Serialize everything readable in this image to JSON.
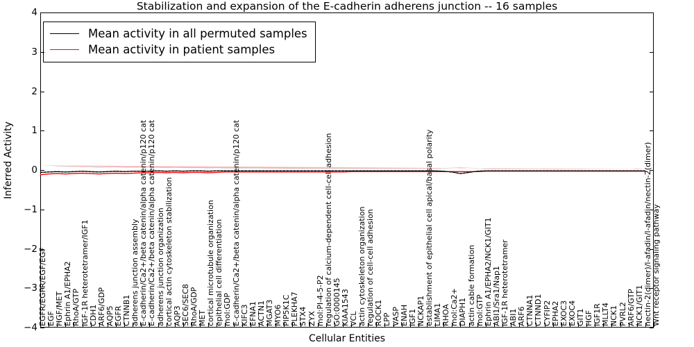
{
  "chart_data": {
    "type": "line",
    "title": "Stabilization and expansion of the E-cadherin adherens junction -- 16 samples",
    "xlabel": "Cellular Entities",
    "ylabel": "Inferred Activity",
    "ylim": [
      -4,
      4
    ],
    "yticks": [
      4,
      3,
      2,
      1,
      0,
      -1,
      -2,
      -3,
      -4
    ],
    "grid": false,
    "legend_position": "upper left",
    "legend": [
      {
        "label": "Mean activity in all permuted samples",
        "color": "#000000"
      },
      {
        "label": "Mean activity in patient samples",
        "color": "#ff0000"
      }
    ],
    "band_colors": {
      "permuted": "#c8c8c8",
      "patient": "#ff9999"
    },
    "categories": [
      "EGFR/EGFR/EGF/EGF",
      "EGF",
      "HGF/MET",
      "Ephrin A1/EPHA2",
      "RhoA/GTP",
      "IGF-1R heterotetramer/IGF1",
      "CDH1",
      "ARF6/GDP",
      "AQP5",
      "EGFR",
      "CTNNB1",
      "adherens junction assembly",
      "E-cadherin/Ca2+/beta catenin/alpha catenin/p120 cat",
      "E-cadherin/Ca2+/beta catenin/alpha catenin/p120 cat",
      "adherens junction organization",
      "cortical actin cytoskeleton stabilization",
      "AQP3",
      "SEC6/SEC8",
      "RhoA/GDP",
      "MET",
      "cortical microtubule organization",
      "epithelial cell differentiation",
      "mol:GDP",
      "E-cadherin/Ca2+/beta catenin/alpha catenin/p120 cat",
      "KIFC3",
      "EFNA1",
      "ACTN1",
      "MGAT3",
      "MYO6",
      "PIP5K1C",
      "PLEKHA7",
      "STX4",
      "ZYX",
      "mol:PI-4-5-P2",
      "regulation of calcium-dependent cell-cell adhesion",
      "GO:0000145",
      "KIAA1543",
      "VCL",
      "actin cytoskeleton organization",
      "regulation of cell-cell adhesion",
      "ROCK1",
      "LPP",
      "VASP",
      "ENAH",
      "IGF1",
      "NCKAP1",
      "establishment of epithelial cell apical/basal polarity",
      "LIMA1",
      "RHOA",
      "mol:Ca2+",
      "DIAPH1",
      "actin cable formation",
      "mol:GTP",
      "Ephrin A1/EPHA2/NCK1/GIT1",
      "ABI1/Sra1/Nap1",
      "IGF-1R heterotetramer",
      "ABI1",
      "ARF6",
      "CTNNA1",
      "CTNND1",
      "CYFIP2",
      "EPHA2",
      "EXOC3",
      "EXOC4",
      "GIT1",
      "HGF",
      "IGF1R",
      "MLLT4",
      "NCK1",
      "PVRL2",
      "ARF6/GTP",
      "NCK1/GIT1",
      "nectin-2(dimer)/l-afadin/l-afadin/nectin-2(dimer)",
      "Wnt receptor signaling pathway"
    ],
    "series": [
      {
        "name": "Mean activity in all permuted samples",
        "color": "#000000",
        "values": [
          -0.06,
          -0.05,
          -0.04,
          -0.05,
          -0.04,
          -0.03,
          -0.04,
          -0.05,
          -0.04,
          -0.03,
          -0.04,
          -0.03,
          -0.03,
          -0.03,
          -0.02,
          -0.03,
          -0.02,
          -0.03,
          -0.02,
          -0.02,
          -0.03,
          -0.02,
          -0.02,
          -0.02,
          -0.02,
          -0.02,
          -0.02,
          -0.02,
          -0.02,
          -0.02,
          -0.02,
          -0.02,
          -0.02,
          -0.02,
          -0.02,
          -0.02,
          -0.02,
          -0.02,
          -0.02,
          -0.02,
          -0.02,
          -0.02,
          -0.02,
          -0.02,
          -0.02,
          -0.02,
          -0.02,
          -0.02,
          -0.03,
          -0.05,
          -0.09,
          -0.06,
          -0.03,
          -0.02,
          -0.02,
          -0.02,
          -0.02,
          -0.02,
          -0.02,
          -0.02,
          -0.02,
          -0.02,
          -0.02,
          -0.02,
          -0.02,
          -0.02,
          -0.02,
          -0.02,
          -0.02,
          -0.02,
          -0.02,
          -0.02,
          -0.02
        ],
        "band_lower": [
          -0.22,
          -0.2,
          -0.17,
          -0.18,
          -0.16,
          -0.14,
          -0.15,
          -0.16,
          -0.15,
          -0.13,
          -0.14,
          -0.12,
          -0.12,
          -0.12,
          -0.1,
          -0.11,
          -0.1,
          -0.11,
          -0.09,
          -0.09,
          -0.1,
          -0.09,
          -0.08,
          -0.08,
          -0.08,
          -0.08,
          -0.08,
          -0.08,
          -0.08,
          -0.07,
          -0.07,
          -0.07,
          -0.07,
          -0.07,
          -0.07,
          -0.07,
          -0.07,
          -0.06,
          -0.06,
          -0.06,
          -0.06,
          -0.06,
          -0.06,
          -0.06,
          -0.06,
          -0.06,
          -0.06,
          -0.07,
          -0.09,
          -0.14,
          -0.22,
          -0.16,
          -0.09,
          -0.06,
          -0.05,
          -0.05,
          -0.05,
          -0.05,
          -0.05,
          -0.05,
          -0.05,
          -0.05,
          -0.05,
          -0.05,
          -0.05,
          -0.05,
          -0.05,
          -0.05,
          -0.05,
          -0.05,
          -0.05,
          -0.05,
          -0.05
        ],
        "band_upper": [
          0.1,
          0.1,
          0.09,
          0.08,
          0.08,
          0.08,
          0.07,
          0.06,
          0.07,
          0.07,
          0.06,
          0.06,
          0.06,
          0.06,
          0.06,
          0.05,
          0.06,
          0.05,
          0.05,
          0.05,
          0.04,
          0.05,
          0.04,
          0.04,
          0.04,
          0.04,
          0.04,
          0.04,
          0.04,
          0.03,
          0.03,
          0.03,
          0.03,
          0.03,
          0.03,
          0.03,
          0.03,
          0.03,
          0.03,
          0.03,
          0.03,
          0.03,
          0.03,
          0.03,
          0.03,
          0.03,
          0.03,
          0.03,
          0.03,
          0.04,
          0.05,
          0.04,
          0.03,
          0.02,
          0.02,
          0.02,
          0.02,
          0.02,
          0.02,
          0.02,
          0.02,
          0.02,
          0.02,
          0.02,
          0.02,
          0.02,
          0.02,
          0.02,
          0.02,
          0.02,
          0.02,
          0.02,
          0.02
        ]
      },
      {
        "name": "Mean activity in patient samples",
        "color": "#ff0000",
        "values": [
          -0.12,
          -0.1,
          -0.09,
          -0.1,
          -0.09,
          -0.08,
          -0.09,
          -0.1,
          -0.09,
          -0.08,
          -0.09,
          -0.08,
          -0.07,
          -0.07,
          -0.06,
          -0.07,
          -0.06,
          -0.07,
          -0.06,
          -0.06,
          -0.07,
          -0.06,
          -0.05,
          -0.05,
          -0.05,
          -0.05,
          -0.05,
          -0.05,
          -0.05,
          -0.05,
          -0.05,
          -0.05,
          -0.05,
          -0.05,
          -0.05,
          -0.05,
          -0.05,
          -0.04,
          -0.04,
          -0.04,
          -0.04,
          -0.04,
          -0.04,
          -0.04,
          -0.04,
          -0.04,
          -0.04,
          -0.04,
          -0.04,
          -0.04,
          -0.04,
          -0.04,
          -0.04,
          -0.03,
          -0.03,
          -0.03,
          -0.03,
          -0.03,
          -0.03,
          -0.03,
          -0.03,
          -0.03,
          -0.03,
          -0.03,
          -0.03,
          -0.03,
          -0.03,
          -0.03,
          -0.03,
          -0.03,
          -0.03,
          -0.03,
          -0.03
        ],
        "band_lower": [
          -0.36,
          -0.31,
          -0.27,
          -0.29,
          -0.25,
          -0.22,
          -0.24,
          -0.26,
          -0.24,
          -0.2,
          -0.22,
          -0.19,
          -0.18,
          -0.18,
          -0.16,
          -0.17,
          -0.15,
          -0.17,
          -0.14,
          -0.14,
          -0.16,
          -0.14,
          -0.13,
          -0.13,
          -0.13,
          -0.12,
          -0.12,
          -0.12,
          -0.12,
          -0.11,
          -0.11,
          -0.11,
          -0.11,
          -0.11,
          -0.11,
          -0.11,
          -0.11,
          -0.1,
          -0.1,
          -0.1,
          -0.1,
          -0.1,
          -0.1,
          -0.1,
          -0.1,
          -0.1,
          -0.1,
          -0.11,
          -0.13,
          -0.16,
          -0.2,
          -0.17,
          -0.13,
          -0.1,
          -0.09,
          -0.08,
          -0.08,
          -0.07,
          -0.07,
          -0.07,
          -0.06,
          -0.06,
          -0.06,
          -0.06,
          -0.06,
          -0.06,
          -0.06,
          -0.06,
          -0.06,
          -0.06,
          -0.06,
          -0.08,
          -0.06
        ],
        "band_upper": [
          0.12,
          0.11,
          0.1,
          0.1,
          0.09,
          0.08,
          0.09,
          0.09,
          0.08,
          0.07,
          0.08,
          0.07,
          0.07,
          0.07,
          0.06,
          0.06,
          0.06,
          0.06,
          0.05,
          0.05,
          0.06,
          0.05,
          0.05,
          0.05,
          0.05,
          0.05,
          0.05,
          0.04,
          0.04,
          0.04,
          0.04,
          0.04,
          0.04,
          0.04,
          0.04,
          0.04,
          0.04,
          0.04,
          0.04,
          0.04,
          0.04,
          0.04,
          0.04,
          0.04,
          0.04,
          0.04,
          0.04,
          0.04,
          0.05,
          0.06,
          0.07,
          0.06,
          0.05,
          0.04,
          0.03,
          0.03,
          0.03,
          0.03,
          0.03,
          0.03,
          0.02,
          0.02,
          0.02,
          0.02,
          0.02,
          0.02,
          0.02,
          0.02,
          0.02,
          0.02,
          0.02,
          0.04,
          0.02
        ]
      }
    ]
  }
}
